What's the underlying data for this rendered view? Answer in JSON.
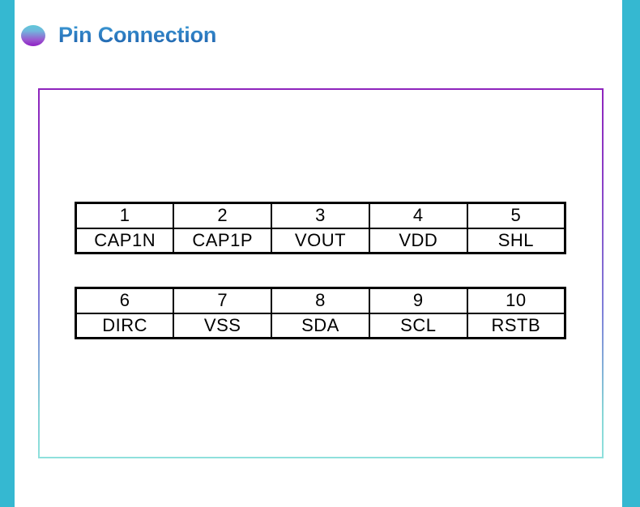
{
  "slide": {
    "title": "Pin Connection",
    "bullet_icon": "gradient-circle-bullet",
    "title_color": "#236fae",
    "accent_bar_color": "#35b8d1",
    "frame_border_top_color": "#8e24bd",
    "frame_border_bottom_color": "#8fe0dc"
  },
  "pin_tables": [
    {
      "id": "pins-1-5",
      "numbers": [
        "1",
        "2",
        "3",
        "4",
        "5"
      ],
      "names": [
        "CAP1N",
        "CAP1P",
        "VOUT",
        "VDD",
        "SHL"
      ]
    },
    {
      "id": "pins-6-10",
      "numbers": [
        "6",
        "7",
        "8",
        "9",
        "10"
      ],
      "names": [
        "DIRC",
        "VSS",
        "SDA",
        "SCL",
        "RSTB"
      ]
    }
  ]
}
